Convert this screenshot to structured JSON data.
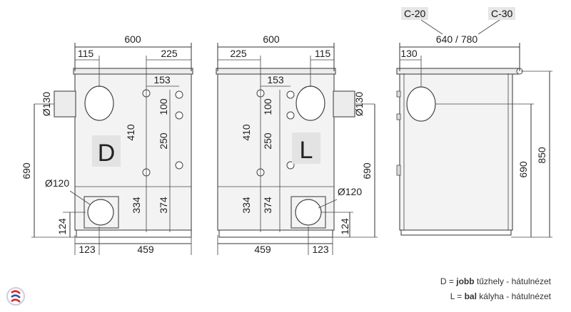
{
  "left_view": {
    "letter": "D",
    "width": "600",
    "d115": "115",
    "d225": "225",
    "d153": "153",
    "d100": "100",
    "d410": "410",
    "d250": "250",
    "d334": "334",
    "d374": "374",
    "d690": "690",
    "d130": "Ø130",
    "d120": "Ø120",
    "d124": "124",
    "d123": "123",
    "d459": "459"
  },
  "right_view": {
    "letter": "L",
    "width": "600",
    "d225": "225",
    "d115": "115",
    "d153": "153",
    "d100": "100",
    "d410": "410",
    "d250": "250",
    "d334": "334",
    "d374": "374",
    "d690": "690",
    "d130": "Ø130",
    "d120": "Ø120",
    "d124": "124",
    "d459": "459",
    "d123": "123"
  },
  "side_view": {
    "model_a": "C-20",
    "model_b": "C-30",
    "depth": "640 / 780",
    "d130": "130",
    "d690": "690",
    "d850": "850"
  },
  "legend": {
    "line1_prefix": "D = ",
    "line1_bold": "jobb",
    "line1_rest": " tűzhely - hátulnézet",
    "line2_prefix": "L = ",
    "line2_bold": "bal",
    "line2_rest": " kályha - hátulnézet"
  },
  "logo": {
    "icon": "brand-logo-icon"
  }
}
